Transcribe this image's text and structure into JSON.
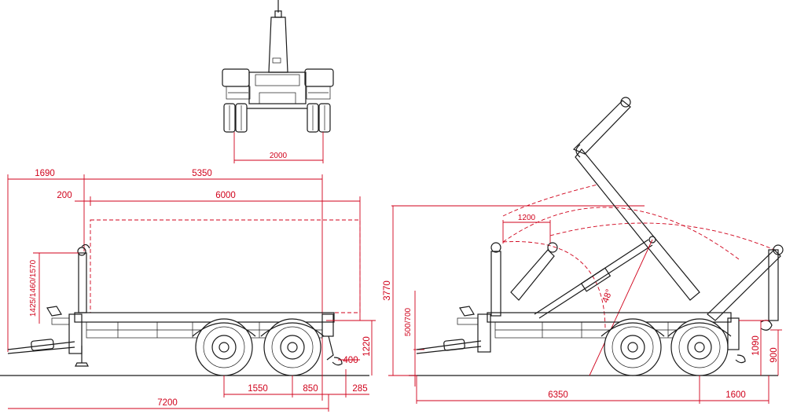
{
  "colors": {
    "dimension": "#d0021b",
    "line": "#1a1a1a",
    "background": "#ffffff"
  },
  "dims": {
    "rear_track": "2000",
    "drawbar_to_hook": "1690",
    "hook_to_rear": "5350",
    "hook_offset": "200",
    "body_length": "6000",
    "hook_height": "1425/1460/1570",
    "rear_overhang_height": "1220",
    "rear_step": "400",
    "axle_spacing": "1550",
    "rear_axle_to_end": "850",
    "end_overhang": "285",
    "overall_length": "7200",
    "max_height_tipping": "3770",
    "drawbar_height": "500/700",
    "arm_extension": "1200",
    "tip_angle": "48°",
    "tipping_length": "6350",
    "rear_hook_reach": "1600",
    "rear_hook_height": "1090",
    "rear_hook_low": "900"
  }
}
